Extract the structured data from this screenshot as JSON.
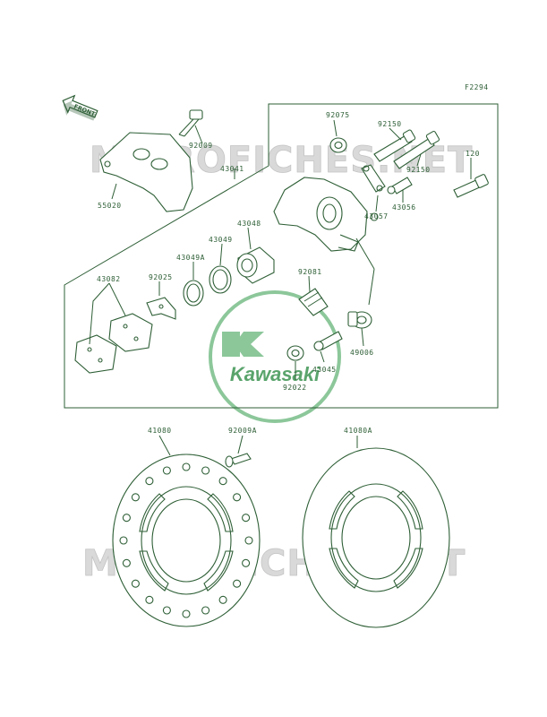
{
  "diagram_code": "F2294",
  "front_label": "FRONT",
  "watermark_text": "MICROFICHES.NET",
  "logo_text": "Kawasaki",
  "colors": {
    "line": "#2e5f36",
    "logo": "#5aa46c",
    "watermark": "#d9d9d9"
  },
  "parts": {
    "p92009": "92009",
    "p55020": "55020",
    "p43041": "43041",
    "p92075": "92075",
    "p92150a": "92150",
    "p92150b": "92150",
    "p120": "120",
    "p43057": "43057",
    "p43056": "43056",
    "p43048": "43048",
    "p43049": "43049",
    "p43049A": "43049A",
    "p92025": "92025",
    "p43082": "43082",
    "p92081": "92081",
    "p49006": "49006",
    "p43045": "43045",
    "p92022": "92022",
    "p41080": "41080",
    "p92009A": "92009A",
    "p41080A": "41080A"
  }
}
